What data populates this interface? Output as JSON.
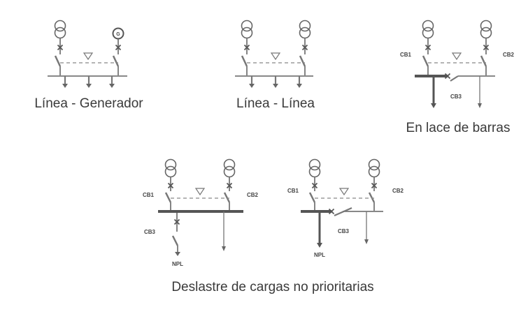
{
  "captions": {
    "line_generator": "Línea - Generador",
    "line_line": "Línea - Línea",
    "bus_tie": "En lace de barras",
    "load_shedding": "Deslastre de cargas no prioritarias"
  },
  "labels": {
    "cb1": "CB1",
    "cb2": "CB2",
    "cb3": "CB3",
    "npl": "NPL",
    "generator": "G"
  }
}
